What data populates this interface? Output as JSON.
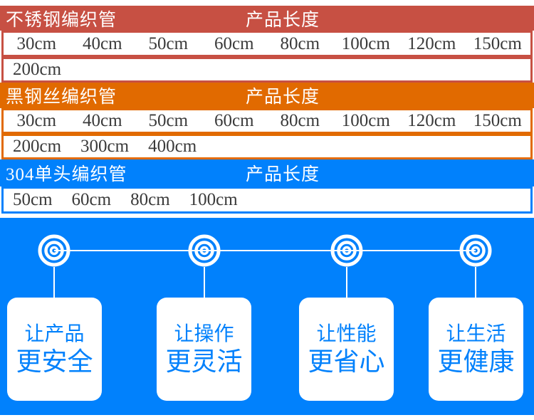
{
  "colors": {
    "red": "#c75043",
    "orange": "#e16a00",
    "blue": "#0181fc",
    "cell_text": "#3a3a3a",
    "header_text": "#ffffff",
    "card_bg": "#ffffff"
  },
  "sections": [
    {
      "title": "不锈钢编织管",
      "product_length_label": "产品长度",
      "rows": [
        [
          "30cm",
          "40cm",
          "50cm",
          "60cm",
          "80cm",
          "100cm",
          "120cm",
          "150cm"
        ],
        [
          "200cm"
        ]
      ]
    },
    {
      "title": "黑钢丝编织管",
      "product_length_label": "产品长度",
      "rows": [
        [
          "30cm",
          "40cm",
          "50cm",
          "60cm",
          "80cm",
          "100cm",
          "120cm",
          "150cm"
        ],
        [
          "200cm",
          "300cm",
          "400cm"
        ]
      ]
    },
    {
      "title": "304单头编织管",
      "product_length_label": "产品长度",
      "rows": [
        [
          "50cm",
          "60cm",
          "80cm",
          "100cm"
        ]
      ]
    }
  ],
  "features": [
    {
      "line1": "让产品",
      "line2": "更安全"
    },
    {
      "line1": "让操作",
      "line2": "更灵活"
    },
    {
      "line1": "让性能",
      "line2": "更省心"
    },
    {
      "line1": "让生活",
      "line2": "更健康"
    }
  ]
}
